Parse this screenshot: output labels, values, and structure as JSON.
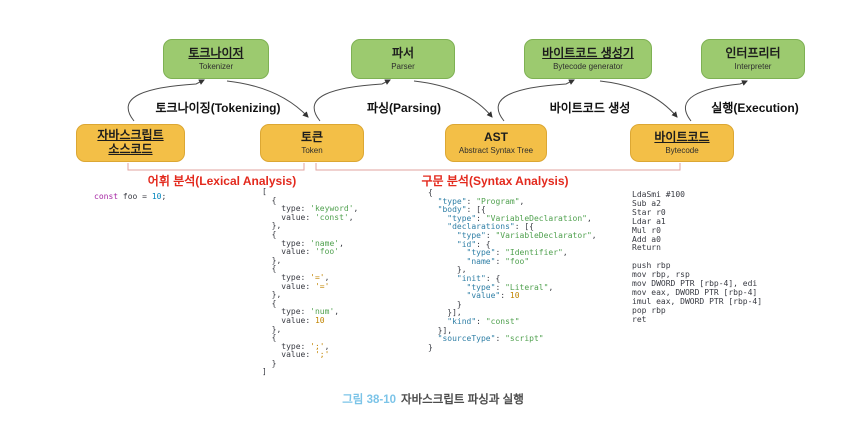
{
  "diagram": {
    "processors": [
      {
        "ko": "토크나이저",
        "en": "Tokenizer"
      },
      {
        "ko": "파서",
        "en": "Parser"
      },
      {
        "ko": "바이트코드 생성기",
        "en": "Bytecode generator"
      },
      {
        "ko": "인터프리터",
        "en": "Interpreter"
      }
    ],
    "artifacts": [
      {
        "line1": "자바스크립트",
        "line2": "소스코드"
      },
      {
        "ko": "토큰",
        "en": "Token"
      },
      {
        "ko": "AST",
        "en": "Abstract Syntax Tree"
      },
      {
        "ko": "바이트코드",
        "en": "Bytecode"
      }
    ],
    "arrow_labels": [
      {
        "label": "토크나이징(Tokenizing)"
      },
      {
        "label": "파싱(Parsing)"
      },
      {
        "label": "바이트코드 생성"
      },
      {
        "label": "실행(Execution)"
      }
    ],
    "phase_labels": [
      {
        "label": "어휘 분석(Lexical Analysis)"
      },
      {
        "label": "구문 분석(Syntax Analysis)"
      }
    ]
  },
  "colors": {
    "processor_fill": "#9cca6f",
    "processor_border": "#7eb153",
    "artifact_fill": "#f3bf47",
    "artifact_border": "#dca733",
    "phase_red": "#e3291d",
    "bracket_pink": "#e2a39f",
    "caption_blue": "#7cc4e8",
    "arrow_stroke": "#4d4d4d"
  },
  "source_code": {
    "lines": [
      [
        {
          "c": "kw",
          "t": "const "
        },
        {
          "c": "d",
          "t": "foo "
        },
        {
          "c": "d",
          "t": "= "
        },
        {
          "c": "v",
          "t": "10"
        },
        {
          "c": "d",
          "t": ";"
        }
      ]
    ]
  },
  "tokens_code": {
    "lines": [
      [
        {
          "c": "d",
          "t": "["
        }
      ],
      [
        {
          "c": "d",
          "t": "  {"
        }
      ],
      [
        {
          "c": "d",
          "t": "    type: "
        },
        {
          "c": "s",
          "t": "'keyword'"
        },
        {
          "c": "d",
          "t": ","
        }
      ],
      [
        {
          "c": "d",
          "t": "    value: "
        },
        {
          "c": "s",
          "t": "'const'"
        },
        {
          "c": "d",
          "t": ","
        }
      ],
      [
        {
          "c": "d",
          "t": "  },"
        }
      ],
      [
        {
          "c": "d",
          "t": "  {"
        }
      ],
      [
        {
          "c": "d",
          "t": "    type: "
        },
        {
          "c": "s",
          "t": "'name'"
        },
        {
          "c": "d",
          "t": ","
        }
      ],
      [
        {
          "c": "d",
          "t": "    value: "
        },
        {
          "c": "s",
          "t": "'foo'"
        }
      ],
      [
        {
          "c": "d",
          "t": "  },"
        }
      ],
      [
        {
          "c": "d",
          "t": "  {"
        }
      ],
      [
        {
          "c": "d",
          "t": "    type: "
        },
        {
          "c": "n",
          "t": "'='"
        },
        {
          "c": "d",
          "t": ","
        }
      ],
      [
        {
          "c": "d",
          "t": "    value: "
        },
        {
          "c": "n",
          "t": "'='"
        }
      ],
      [
        {
          "c": "d",
          "t": "  },"
        }
      ],
      [
        {
          "c": "d",
          "t": "  {"
        }
      ],
      [
        {
          "c": "d",
          "t": "    type: "
        },
        {
          "c": "s",
          "t": "'num'"
        },
        {
          "c": "d",
          "t": ","
        }
      ],
      [
        {
          "c": "d",
          "t": "    value: "
        },
        {
          "c": "n",
          "t": "10"
        }
      ],
      [
        {
          "c": "d",
          "t": "  },"
        }
      ],
      [
        {
          "c": "d",
          "t": "  {"
        }
      ],
      [
        {
          "c": "d",
          "t": "    type: "
        },
        {
          "c": "n",
          "t": "';'"
        },
        {
          "c": "d",
          "t": ","
        }
      ],
      [
        {
          "c": "d",
          "t": "    value: "
        },
        {
          "c": "n",
          "t": "';'"
        }
      ],
      [
        {
          "c": "d",
          "t": "  }"
        }
      ],
      [
        {
          "c": "d",
          "t": "]"
        }
      ]
    ]
  },
  "ast_code": {
    "lines": [
      [
        {
          "c": "d",
          "t": "{"
        }
      ],
      [
        {
          "c": "d",
          "t": "  "
        },
        {
          "c": "k",
          "t": "\"type\""
        },
        {
          "c": "d",
          "t": ": "
        },
        {
          "c": "s",
          "t": "\"Program\""
        },
        {
          "c": "d",
          "t": ","
        }
      ],
      [
        {
          "c": "d",
          "t": "  "
        },
        {
          "c": "k",
          "t": "\"body\""
        },
        {
          "c": "d",
          "t": ": [{"
        }
      ],
      [
        {
          "c": "d",
          "t": "    "
        },
        {
          "c": "k",
          "t": "\"type\""
        },
        {
          "c": "d",
          "t": ": "
        },
        {
          "c": "s",
          "t": "\"VariableDeclaration\""
        },
        {
          "c": "d",
          "t": ","
        }
      ],
      [
        {
          "c": "d",
          "t": "    "
        },
        {
          "c": "k",
          "t": "\"declarations\""
        },
        {
          "c": "d",
          "t": ": [{"
        }
      ],
      [
        {
          "c": "d",
          "t": "      "
        },
        {
          "c": "k",
          "t": "\"type\""
        },
        {
          "c": "d",
          "t": ": "
        },
        {
          "c": "s",
          "t": "\"VariableDeclarator\""
        },
        {
          "c": "d",
          "t": ","
        }
      ],
      [
        {
          "c": "d",
          "t": "      "
        },
        {
          "c": "k",
          "t": "\"id\""
        },
        {
          "c": "d",
          "t": ": {"
        }
      ],
      [
        {
          "c": "d",
          "t": "        "
        },
        {
          "c": "k",
          "t": "\"type\""
        },
        {
          "c": "d",
          "t": ": "
        },
        {
          "c": "s",
          "t": "\"Identifier\""
        },
        {
          "c": "d",
          "t": ","
        }
      ],
      [
        {
          "c": "d",
          "t": "        "
        },
        {
          "c": "k",
          "t": "\"name\""
        },
        {
          "c": "d",
          "t": ": "
        },
        {
          "c": "s",
          "t": "\"foo\""
        }
      ],
      [
        {
          "c": "d",
          "t": "      },"
        }
      ],
      [
        {
          "c": "d",
          "t": "      "
        },
        {
          "c": "k",
          "t": "\"init\""
        },
        {
          "c": "d",
          "t": ": {"
        }
      ],
      [
        {
          "c": "d",
          "t": "        "
        },
        {
          "c": "k",
          "t": "\"type\""
        },
        {
          "c": "d",
          "t": ": "
        },
        {
          "c": "s",
          "t": "\"Literal\""
        },
        {
          "c": "d",
          "t": ","
        }
      ],
      [
        {
          "c": "d",
          "t": "        "
        },
        {
          "c": "k",
          "t": "\"value\""
        },
        {
          "c": "d",
          "t": ": "
        },
        {
          "c": "n",
          "t": "10"
        }
      ],
      [
        {
          "c": "d",
          "t": "      }"
        }
      ],
      [
        {
          "c": "d",
          "t": "    }],"
        }
      ],
      [
        {
          "c": "d",
          "t": "    "
        },
        {
          "c": "k",
          "t": "\"kind\""
        },
        {
          "c": "d",
          "t": ": "
        },
        {
          "c": "s",
          "t": "\"const\""
        }
      ],
      [
        {
          "c": "d",
          "t": "  }],"
        }
      ],
      [
        {
          "c": "d",
          "t": "  "
        },
        {
          "c": "k",
          "t": "\"sourceType\""
        },
        {
          "c": "d",
          "t": ": "
        },
        {
          "c": "s",
          "t": "\"script\""
        }
      ],
      [
        {
          "c": "d",
          "t": "}"
        }
      ]
    ]
  },
  "bytecode": {
    "lines": [
      "LdaSmi #100",
      "Sub a2",
      "Star r0",
      "Ldar a1",
      "Mul r0",
      "Add a0",
      "Return",
      "",
      "push rbp",
      "mov rbp, rsp",
      "mov DWORD PTR [rbp-4], edi",
      "mov eax, DWORD PTR [rbp-4]",
      "imul eax, DWORD PTR [rbp-4]",
      "pop rbp",
      "ret"
    ]
  },
  "caption": {
    "label": "그림 38-10",
    "title": "자바스크립트 파싱과 실행"
  }
}
